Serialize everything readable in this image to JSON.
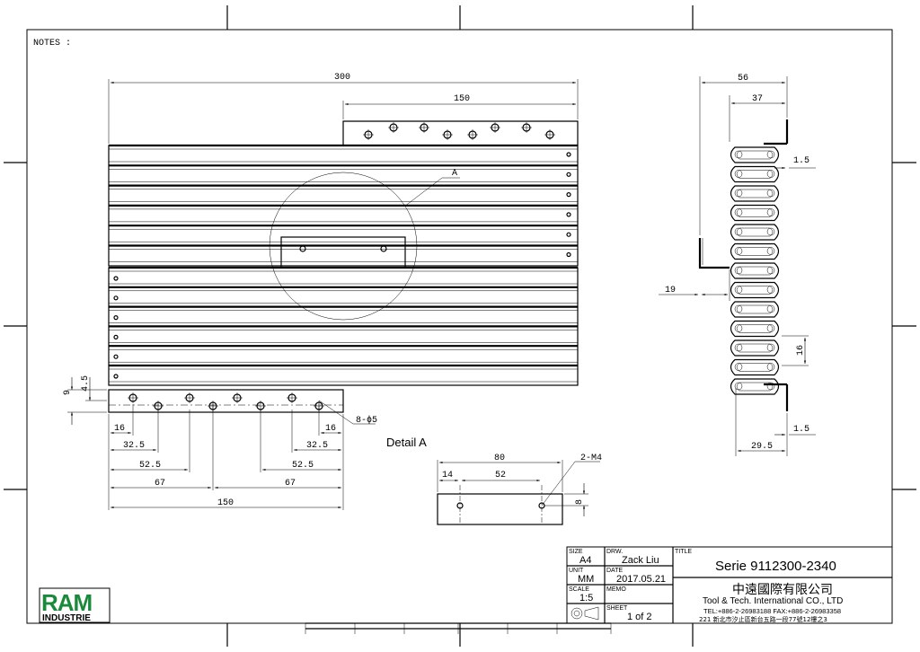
{
  "notes_label": "NOTES :",
  "detail": {
    "callout": "A",
    "label": "Detail A",
    "dims": {
      "width": "80",
      "left": "14",
      "spacing": "52",
      "height": "8",
      "holes": "2-M4"
    }
  },
  "top_view": {
    "dims": {
      "total_width": "300",
      "top_flange": "150",
      "bottom_flange": "150",
      "hole_16_left": "16",
      "hole_16_right": "16",
      "d_32_5_left": "32.5",
      "d_32_5_right": "32.5",
      "d_52_5_left": "52.5",
      "d_52_5_right": "52.5",
      "d_67_left": "67",
      "d_67_right": "67",
      "flange_height": "9",
      "hole_offset": "4.5",
      "holes": "8-ϕ5"
    }
  },
  "side_view": {
    "dims": {
      "top_56": "56",
      "top_37": "37",
      "thick_top": "1.5",
      "left_19": "19",
      "pitch_16": "16",
      "thick_bottom": "1.5",
      "bottom_29_5": "29.5"
    }
  },
  "title_block": {
    "size_label": "SIZE",
    "size": "A4",
    "drw_label": "DRW.",
    "drawn_by": "Zack Liu",
    "unit_label": "UNIT",
    "unit": "MM",
    "date_label": "DATE",
    "date": "2017.05.21",
    "scale_label": "SCALE",
    "scale": "1:5",
    "memo_label": "MEMO",
    "sheet_label": "SHEET",
    "sheet": "1 of 2",
    "title_label": "TITLE",
    "title": "Serie 9112300-2340",
    "company_cn": "中遠國際有限公司",
    "company_en": "Tool & Tech. International CO., LTD",
    "contact": "TEL:+886-2-26983188 FAX:+886-2-26983358",
    "address": "221 新北市汐止區新台五路一段77號12樓之3"
  },
  "logo": {
    "brand": "RAM",
    "sub": "INDUSTRIE",
    "brand_color": "#1a8a3a"
  }
}
